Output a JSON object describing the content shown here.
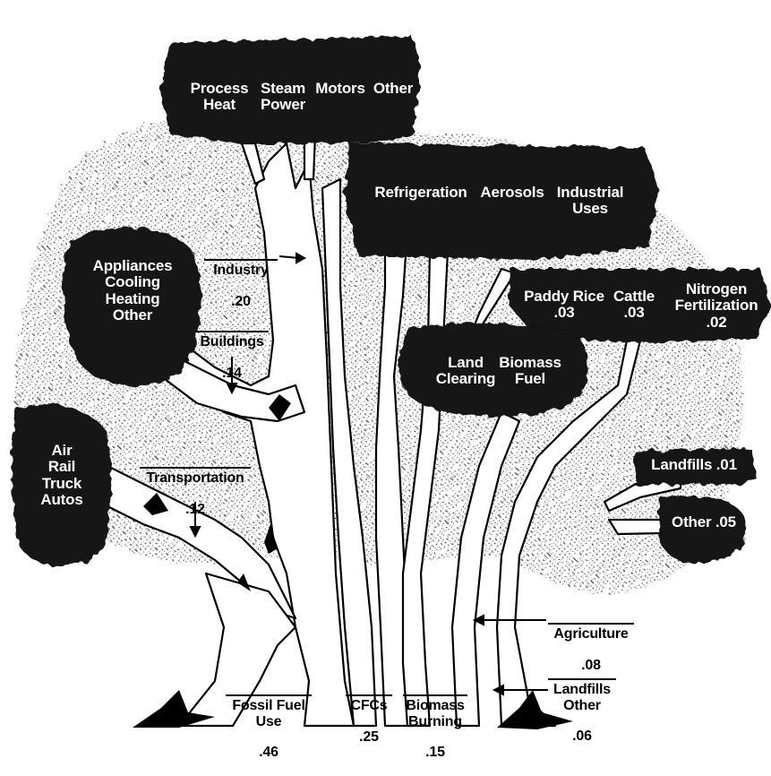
{
  "canopy": {
    "industry_uses": [
      "Process\nHeat",
      "Steam\nPower",
      "Motors",
      "Other"
    ],
    "cfc_uses": [
      "Refrigeration",
      "Aerosols",
      "Industrial\nUses"
    ],
    "agri_uses": [
      "Paddy Rice\n.03",
      "Cattle\n.03",
      "Nitrogen\nFertilization\n.02"
    ],
    "biomass_uses": [
      "Land\nClearing",
      "Biomass\nFuel"
    ],
    "buildings_uses": "Appliances\nCooling\nHeating\nOther",
    "transport_uses": "Air\nRail\nTruck\nAutos",
    "landfills_leaf": "Landfills .01",
    "other_leaf": "Other .05"
  },
  "branches": {
    "industry": {
      "name": "Industry",
      "value": ".20"
    },
    "buildings": {
      "name": "Buildings",
      "value": ".14"
    },
    "transportation": {
      "name": "Transportation",
      "value": ".12"
    }
  },
  "roots": {
    "fossil": {
      "name": "Fossil Fuel\nUse",
      "value": ".46"
    },
    "cfcs": {
      "name": "CFCs",
      "value": ".25"
    },
    "biomass": {
      "name": "Biomass\nBurning",
      "value": ".15"
    },
    "agriculture": {
      "name": "Agriculture",
      "value": ".08"
    },
    "landfills": {
      "name": "Landfills\nOther",
      "value": ".06"
    }
  }
}
